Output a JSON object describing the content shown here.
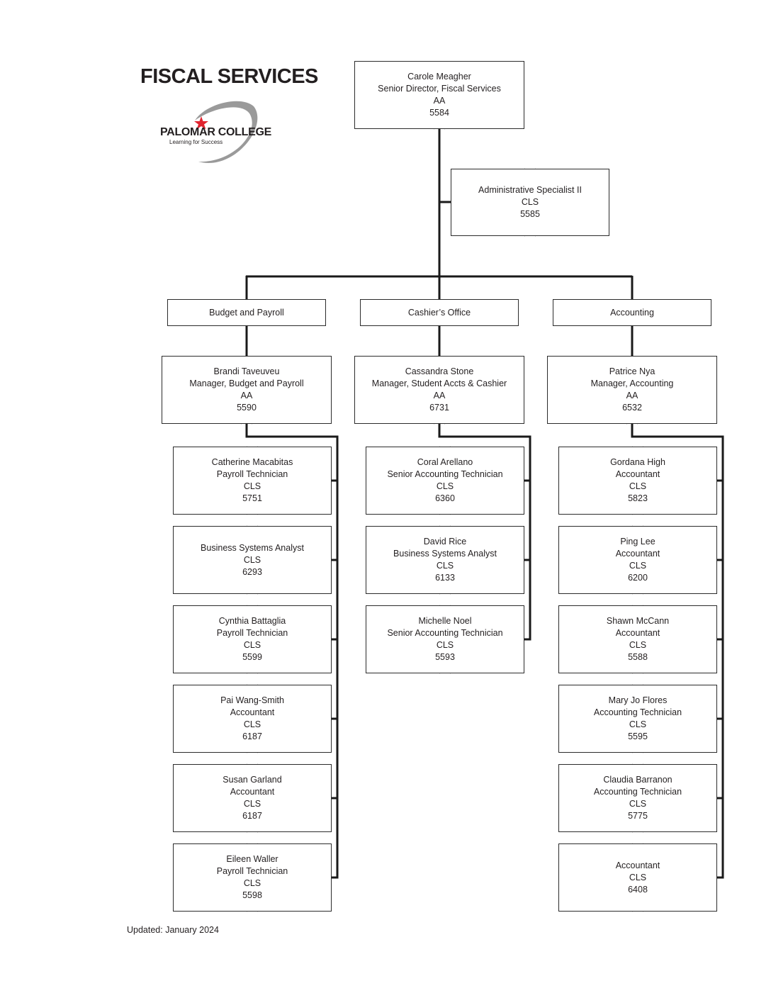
{
  "title": "FISCAL SERVICES",
  "logo": {
    "name": "PALOMAR COLLEGE",
    "tagline": "Learning for Success",
    "star_color": "#e0242f",
    "swoosh_color": "#9a9a9a"
  },
  "director": {
    "name": "Carole Meagher",
    "title": "Senior Director, Fiscal Services",
    "class": "AA",
    "position": "5584"
  },
  "assistant": {
    "title": "Administrative Specialist II",
    "class": "CLS",
    "position": "5585"
  },
  "departments": [
    {
      "label": "Budget and Payroll",
      "manager": {
        "name": "Brandi Taveuveu",
        "title": "Manager, Budget and Payroll",
        "class": "AA",
        "position": "5590"
      },
      "staff": [
        {
          "name": "Catherine Macabitas",
          "title": "Payroll Technician",
          "class": "CLS",
          "position": "5751"
        },
        {
          "name": "",
          "title": "Business Systems Analyst",
          "class": "CLS",
          "position": "6293"
        },
        {
          "name": "Cynthia Battaglia",
          "title": "Payroll Technician",
          "class": "CLS",
          "position": "5599"
        },
        {
          "name": "Pai Wang-Smith",
          "title": "Accountant",
          "class": "CLS",
          "position": "6187"
        },
        {
          "name": "Susan Garland",
          "title": "Accountant",
          "class": "CLS",
          "position": "6187"
        },
        {
          "name": "Eileen Waller",
          "title": "Payroll Technician",
          "class": "CLS",
          "position": "5598"
        }
      ]
    },
    {
      "label": "Cashier’s Office",
      "manager": {
        "name": "Cassandra Stone",
        "title": "Manager, Student Accts & Cashier",
        "class": "AA",
        "position": "6731"
      },
      "staff": [
        {
          "name": "Coral Arellano",
          "title": "Senior Accounting Technician",
          "class": "CLS",
          "position": "6360"
        },
        {
          "name": "David Rice",
          "title": "Business Systems Analyst",
          "class": "CLS",
          "position": "6133"
        },
        {
          "name": "Michelle Noel",
          "title": "Senior Accounting Technician",
          "class": "CLS",
          "position": "5593"
        }
      ]
    },
    {
      "label": "Accounting",
      "manager": {
        "name": "Patrice Nya",
        "title": "Manager, Accounting",
        "class": "AA",
        "position": "6532"
      },
      "staff": [
        {
          "name": "Gordana High",
          "title": "Accountant",
          "class": "CLS",
          "position": "5823"
        },
        {
          "name": "Ping Lee",
          "title": "Accountant",
          "class": "CLS",
          "position": "6200"
        },
        {
          "name": "Shawn McCann",
          "title": "Accountant",
          "class": "CLS",
          "position": "5588"
        },
        {
          "name": "Mary Jo Flores",
          "title": "Accounting Technician",
          "class": "CLS",
          "position": "5595"
        },
        {
          "name": "Claudia Barranon",
          "title": "Accounting Technician",
          "class": "CLS",
          "position": "5775"
        },
        {
          "name": "",
          "title": "Accountant",
          "class": "CLS",
          "position": "6408"
        }
      ]
    }
  ],
  "updated": "Updated: January 2024"
}
